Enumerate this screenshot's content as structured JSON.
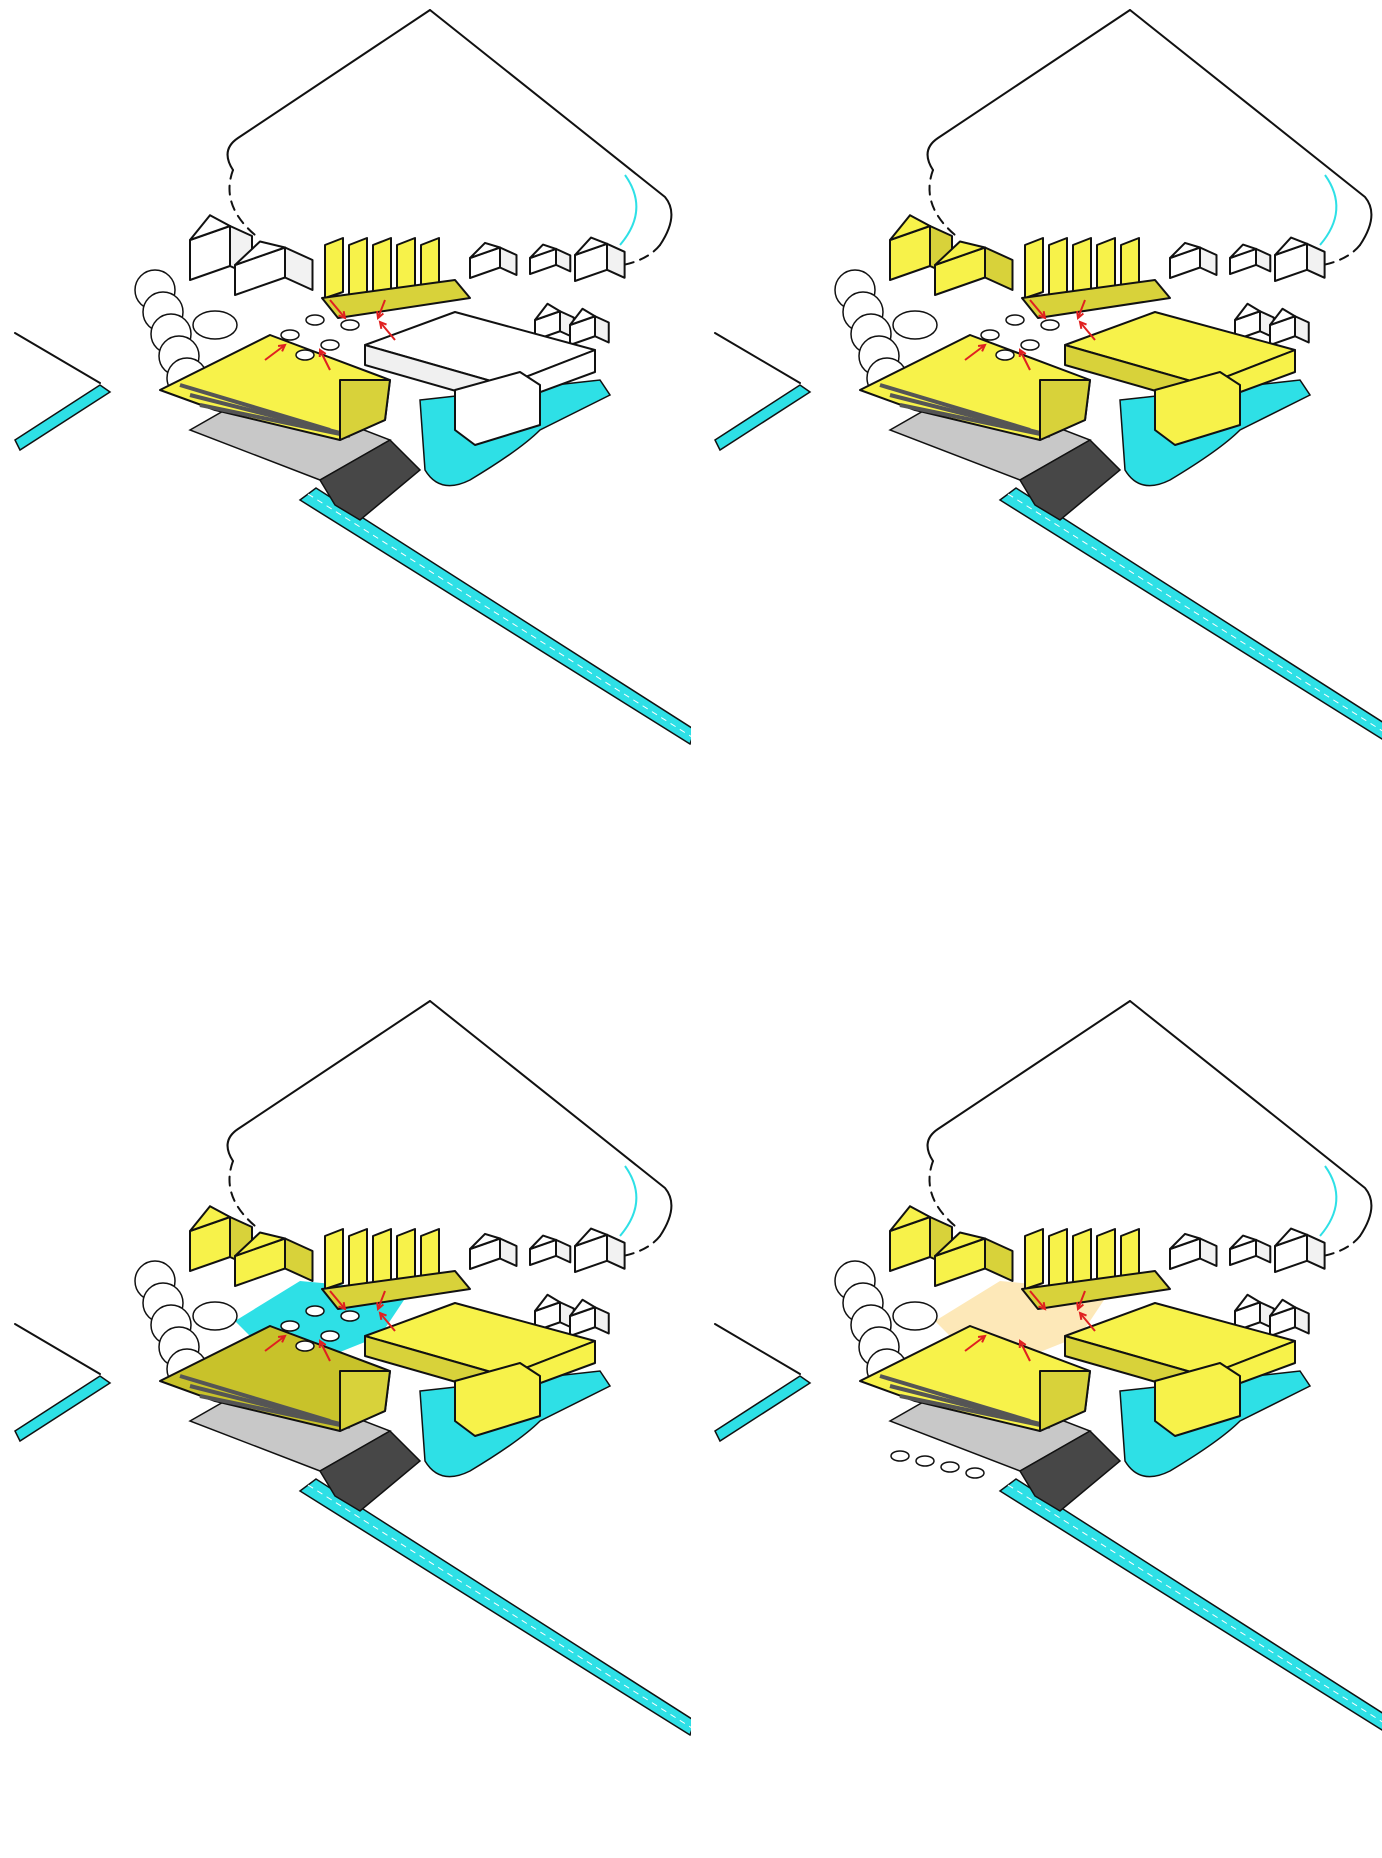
{
  "colors": {
    "highlight": "#f7f24a",
    "highlight_dark": "#d8d23a",
    "water_path": "#2ee0e6",
    "shadow": "#474747",
    "pad": "#c8c8c8",
    "arrow": "#e02020",
    "plaza_orange": "#fde8b8",
    "ink": "#111111",
    "white": "#ffffff"
  },
  "panels": [
    {
      "id": "p1",
      "hall_yellow": false,
      "west_yellow": false,
      "plaza": "none",
      "arrows": true,
      "cars_plaza": true,
      "cars_south": false,
      "terrace_dark": false
    },
    {
      "id": "p2",
      "hall_yellow": true,
      "west_yellow": true,
      "plaza": "none",
      "arrows": true,
      "cars_plaza": true,
      "cars_south": false,
      "terrace_dark": false
    },
    {
      "id": "p3",
      "hall_yellow": true,
      "west_yellow": true,
      "plaza": "cyan",
      "arrows": true,
      "cars_plaza": true,
      "cars_south": false,
      "terrace_dark": true
    },
    {
      "id": "p4",
      "hall_yellow": true,
      "west_yellow": true,
      "plaza": "orange",
      "arrows": true,
      "cars_plaza": false,
      "cars_south": true,
      "terrace_dark": false
    }
  ]
}
